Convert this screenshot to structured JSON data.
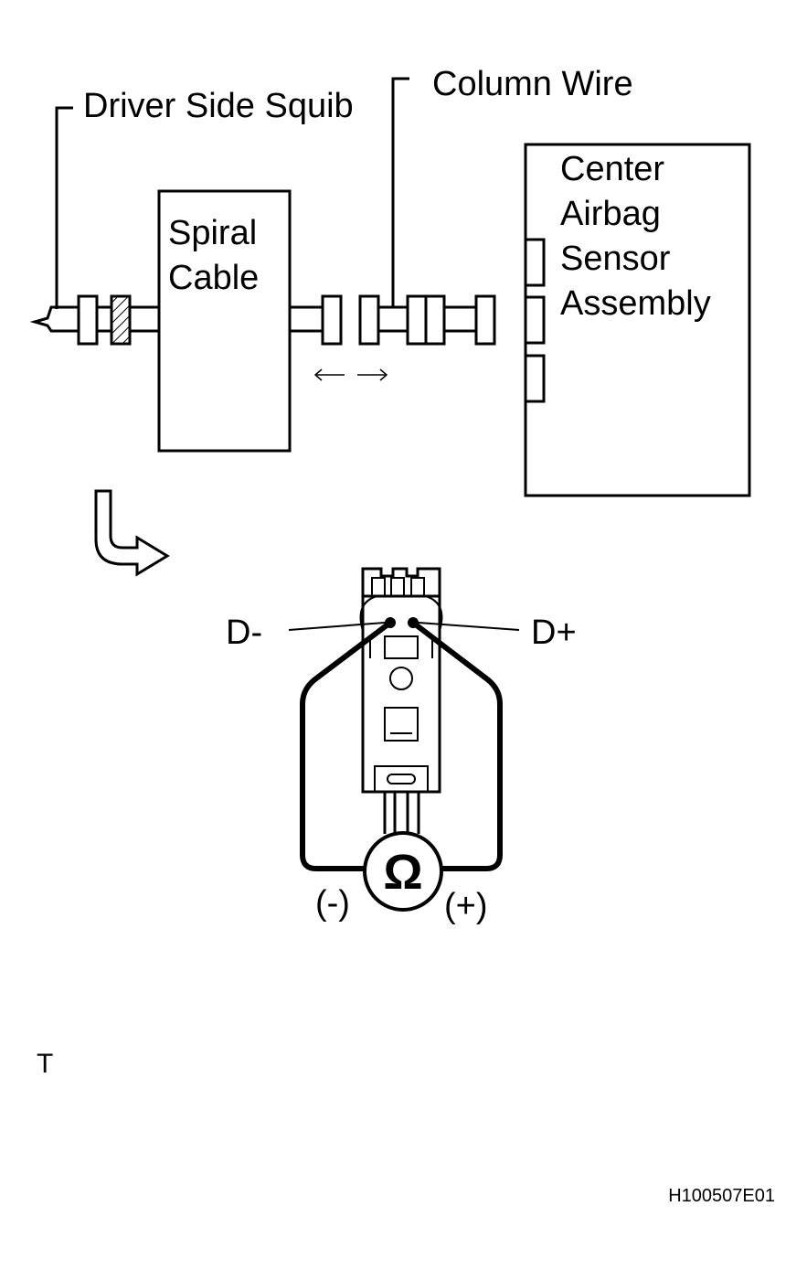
{
  "labels": {
    "driver_side_squib": "Driver Side Squib",
    "column_wire": "Column Wire",
    "spiral_cable_line1": "Spiral",
    "spiral_cable_line2": "Cable",
    "center_airbag_sensor": [
      "Center",
      "Airbag",
      "Sensor",
      "Assembly"
    ],
    "d_minus": "D-",
    "d_plus": "D+",
    "ohmmeter_symbol": "Ω",
    "probe_negative": "(-)",
    "probe_positive": "(+)",
    "corner_mark": "T",
    "figure_code": "H100507E01"
  }
}
